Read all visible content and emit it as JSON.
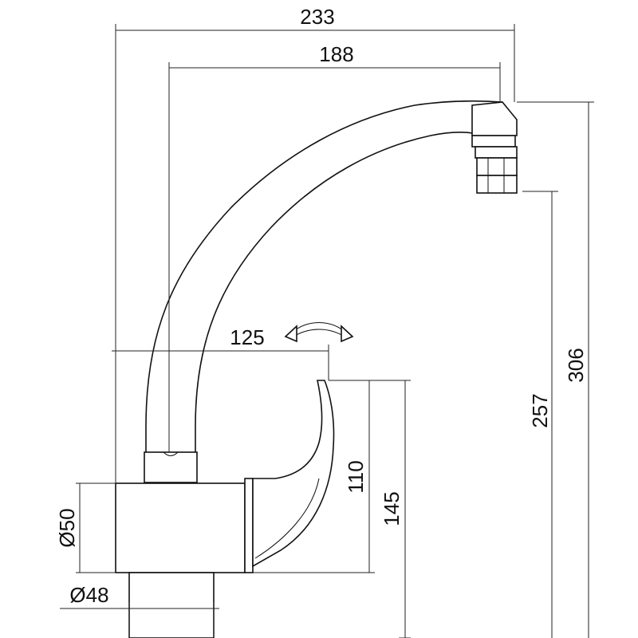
{
  "drawing": {
    "type": "technical-dimension-drawing",
    "subject": "single-lever faucet (side view)"
  },
  "dimensions": {
    "overall_width": "233",
    "spout_reach": "188",
    "handle_reach": "125",
    "overall_height": "306",
    "spout_outlet_height": "257",
    "body_height": "145",
    "handle_height": "110",
    "body_diameter": "Ø50",
    "base_diameter": "Ø48"
  },
  "colors": {
    "line": "#111111",
    "background": "#ffffff"
  },
  "icons": {
    "rotation": "swivel-rotation-arrow-icon"
  }
}
